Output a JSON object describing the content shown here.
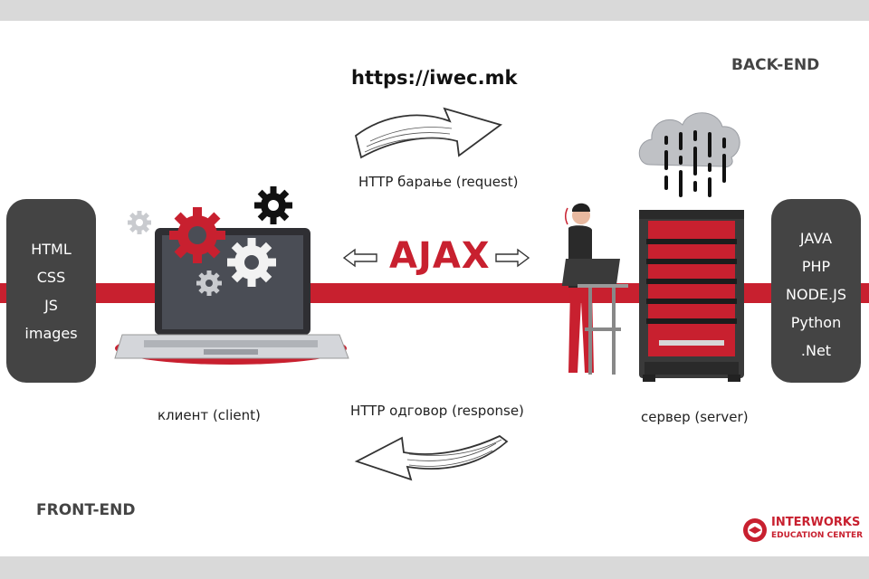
{
  "header": {
    "url": "https://iwec.mk"
  },
  "labels": {
    "back_end": "BACK-END",
    "front_end": "FRONT-END",
    "ajax": "AJAX",
    "request": "HTTP барање (request)",
    "response": "HTTP одговор (response)",
    "client": "клиент (client)",
    "server": "сервер (server)"
  },
  "front_end_techs": [
    "HTML",
    "CSS",
    "JS",
    "images"
  ],
  "back_end_techs": [
    "JAVA",
    "PHP",
    "NODE.JS",
    "Python",
    ".Net"
  ],
  "logo": {
    "brand": "INTERWORKS",
    "subtitle": "EDUCATION CENTER"
  },
  "colors": {
    "accent": "#c8202f",
    "dark": "#444444",
    "band": "#d9d9d9"
  },
  "icons": [
    "gear-icon",
    "laptop-icon",
    "server-rack-icon",
    "cloud-icon",
    "person-icon",
    "arrow-icon"
  ]
}
